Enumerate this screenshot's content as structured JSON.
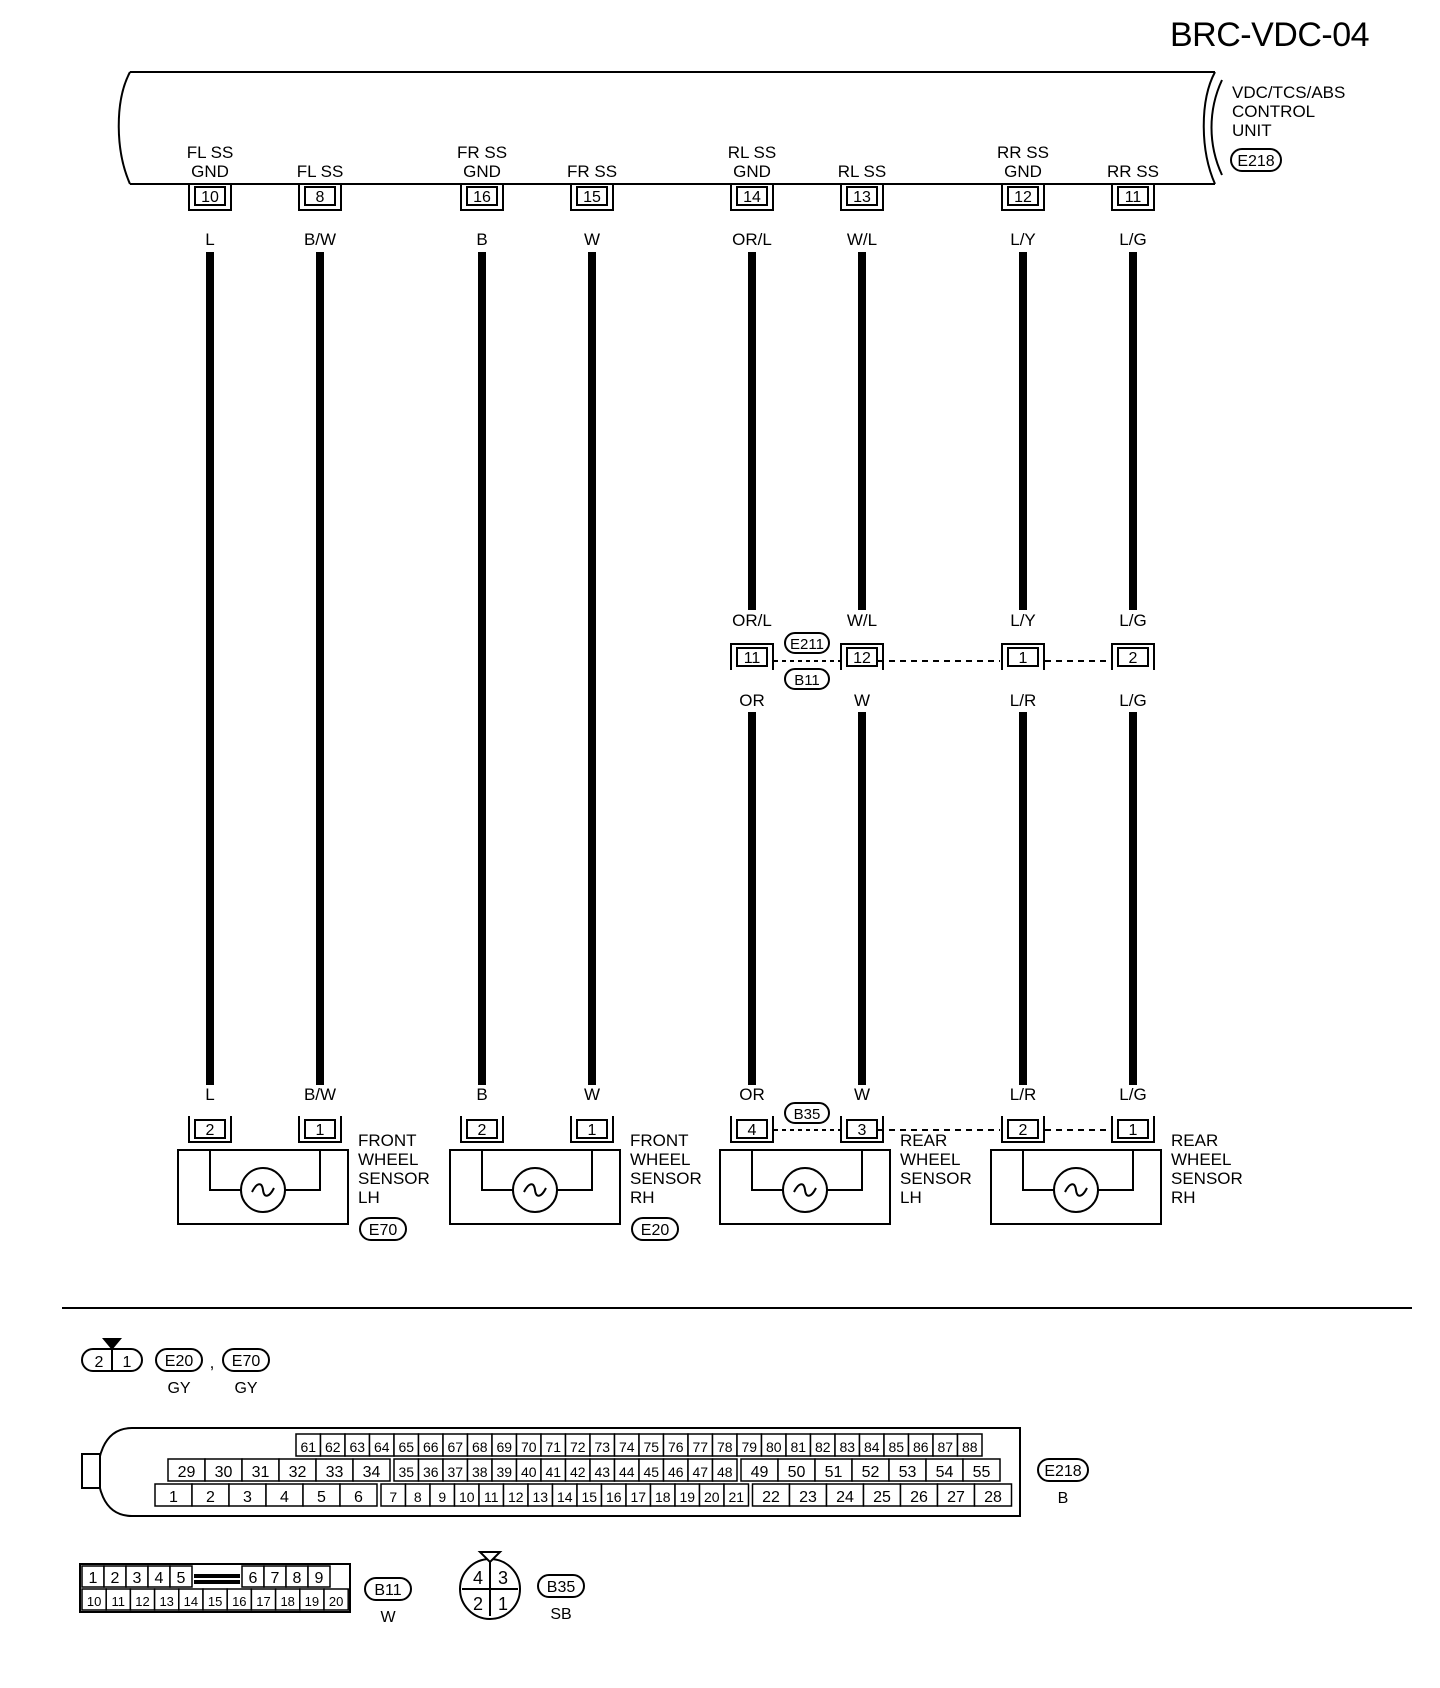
{
  "page_title": "BRC-VDC-04",
  "control_unit": {
    "name_lines": [
      "VDC/TCS/ABS",
      "CONTROL",
      "UNIT"
    ],
    "connector": "E218"
  },
  "circuits": [
    {
      "signal": [
        "FL SS",
        "GND"
      ],
      "ecu_pin": "10",
      "wire_top": "L",
      "sensor_pin": "2",
      "wire_bottom": "L"
    },
    {
      "signal": [
        "FL SS"
      ],
      "ecu_pin": "8",
      "wire_top": "B/W",
      "sensor_pin": "1",
      "wire_bottom": "B/W"
    },
    {
      "signal": [
        "FR SS",
        "GND"
      ],
      "ecu_pin": "16",
      "wire_top": "B",
      "sensor_pin": "2",
      "wire_bottom": "B"
    },
    {
      "signal": [
        "FR SS"
      ],
      "ecu_pin": "15",
      "wire_top": "W",
      "sensor_pin": "1",
      "wire_bottom": "W"
    },
    {
      "signal": [
        "RL SS",
        "GND"
      ],
      "ecu_pin": "14",
      "wire_top": "OR/L",
      "jc_label_top": "OR/L",
      "jc_pin": "11",
      "jc_label_bottom": "OR",
      "sensor_pin": "4",
      "wire_bottom": "OR"
    },
    {
      "signal": [
        "RL SS"
      ],
      "ecu_pin": "13",
      "wire_top": "W/L",
      "jc_label_top": "W/L",
      "jc_pin": "12",
      "jc_label_bottom": "W",
      "sensor_pin": "3",
      "wire_bottom": "W"
    },
    {
      "signal": [
        "RR SS",
        "GND"
      ],
      "ecu_pin": "12",
      "wire_top": "L/Y",
      "jc_label_top": "L/Y",
      "jc_pin": "1",
      "jc_label_bottom": "L/R",
      "sensor_pin": "2",
      "wire_bottom": "L/R"
    },
    {
      "signal": [
        "RR SS"
      ],
      "ecu_pin": "11",
      "wire_top": "L/G",
      "jc_label_top": "L/G",
      "jc_pin": "2",
      "jc_label_bottom": "L/G",
      "sensor_pin": "1",
      "wire_bottom": "L/G"
    }
  ],
  "joint_connectors": {
    "upper": "E211",
    "lower": "B11",
    "sensor_link": "B35"
  },
  "sensors": [
    {
      "name_lines": [
        "FRONT",
        "WHEEL",
        "SENSOR",
        "LH"
      ],
      "connector": "E70"
    },
    {
      "name_lines": [
        "FRONT",
        "WHEEL",
        "SENSOR",
        "RH"
      ],
      "connector": "E20"
    },
    {
      "name_lines": [
        "REAR",
        "WHEEL",
        "SENSOR",
        "LH"
      ],
      "connector": ""
    },
    {
      "name_lines": [
        "REAR",
        "WHEEL",
        "SENSOR",
        "RH"
      ],
      "connector": ""
    }
  ],
  "connector_views": {
    "two_pin": {
      "pins": [
        "2",
        "1"
      ],
      "connectors": [
        "E20",
        "E70"
      ],
      "separator": ",",
      "colors": [
        "GY",
        "GY"
      ]
    },
    "ecu": {
      "connector": "E218",
      "color": "B",
      "row_top": [
        "61",
        "62",
        "63",
        "64",
        "65",
        "66",
        "67",
        "68",
        "69",
        "70",
        "71",
        "72",
        "73",
        "74",
        "75",
        "76",
        "77",
        "78",
        "79",
        "80",
        "81",
        "82",
        "83",
        "84",
        "85",
        "86",
        "87",
        "88"
      ],
      "row_mid_a": [
        "29",
        "30",
        "31",
        "32",
        "33",
        "34"
      ],
      "row_mid_b": [
        "35",
        "36",
        "37",
        "38",
        "39",
        "40",
        "41",
        "42",
        "43",
        "44",
        "45",
        "46",
        "47",
        "48"
      ],
      "row_mid_c": [
        "49",
        "50",
        "51",
        "52",
        "53",
        "54",
        "55"
      ],
      "row_bot_a": [
        "1",
        "2",
        "3",
        "4",
        "5",
        "6"
      ],
      "row_bot_b": [
        "7",
        "8",
        "9",
        "10",
        "11",
        "12",
        "13",
        "14",
        "15",
        "16",
        "17",
        "18",
        "19",
        "20",
        "21"
      ],
      "row_bot_c": [
        "22",
        "23",
        "24",
        "25",
        "26",
        "27",
        "28"
      ]
    },
    "b11": {
      "connector": "B11",
      "color": "W",
      "row_top_a": [
        "1",
        "2",
        "3",
        "4",
        "5"
      ],
      "row_top_b": [
        "6",
        "7",
        "8",
        "9"
      ],
      "row_bot": [
        "10",
        "11",
        "12",
        "13",
        "14",
        "15",
        "16",
        "17",
        "18",
        "19",
        "20"
      ]
    },
    "b35": {
      "connector": "B35",
      "color": "SB",
      "pins_top": [
        "4",
        "3"
      ],
      "pins_bottom": [
        "2",
        "1"
      ]
    }
  }
}
